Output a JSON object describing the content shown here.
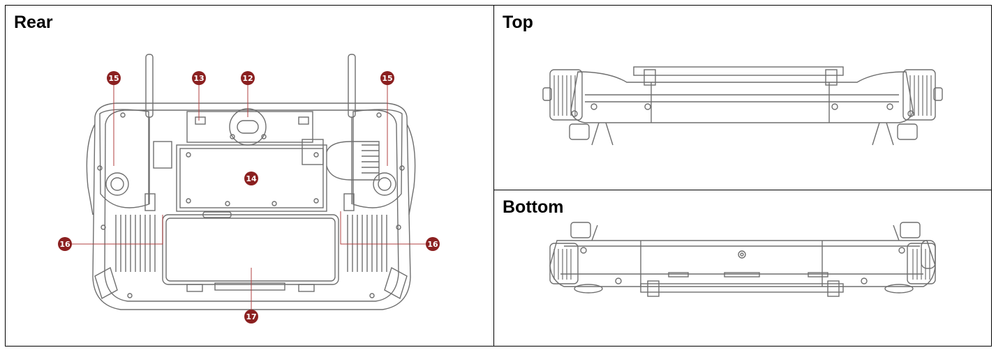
{
  "panels": {
    "rear": {
      "title": "Rear"
    },
    "top": {
      "title": "Top"
    },
    "bottom": {
      "title": "Bottom"
    }
  },
  "callouts": [
    "15",
    "13",
    "12",
    "15",
    "14",
    "16",
    "16",
    "17"
  ],
  "colors": {
    "callout": "#8b2020",
    "line": "#6e6e6e",
    "leader": "#b04040",
    "border": "#000000"
  }
}
